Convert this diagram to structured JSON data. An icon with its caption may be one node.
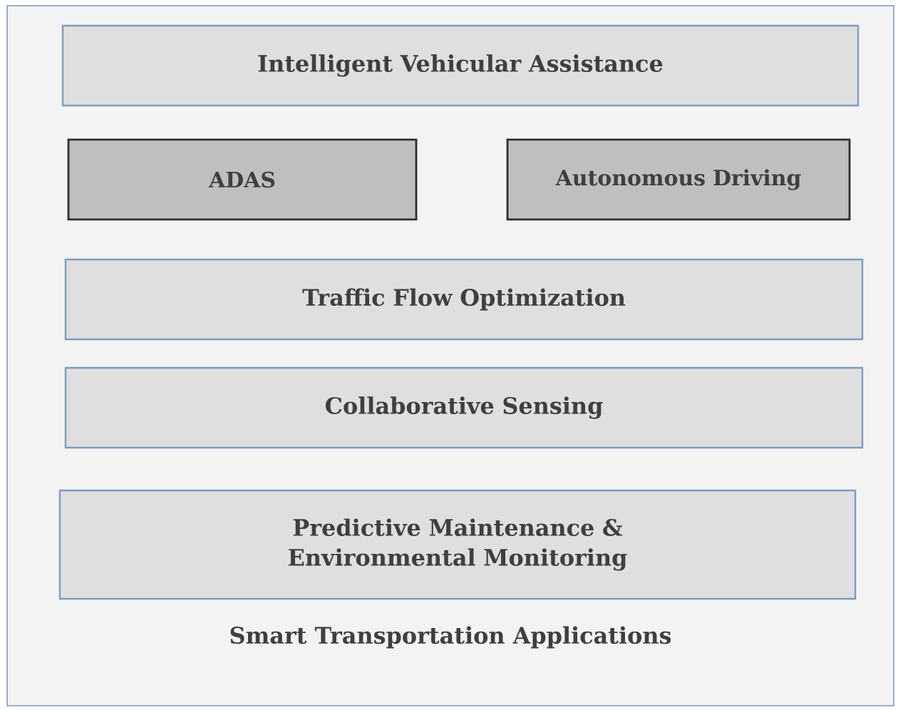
{
  "diagram": {
    "nodes": [
      {
        "text": [
          "Smart Transportation Applications"
        ]
      },
      {
        "text": [
          "Intelligent Vehicular Assistance"
        ],
        "in": 0
      },
      {
        "text": [
          "ADAS"
        ],
        "in": 0
      },
      {
        "text": [
          "Autonomous Driving"
        ],
        "in": 0
      },
      {
        "text": [
          "Traffic Flow Optimization"
        ],
        "in": 0
      },
      {
        "text": [
          "Collaborative Sensing"
        ],
        "in": 0
      },
      {
        "text": [
          "Predictive Maintenance & Environmental Monitoring"
        ],
        "in": 0
      }
    ]
  }
}
